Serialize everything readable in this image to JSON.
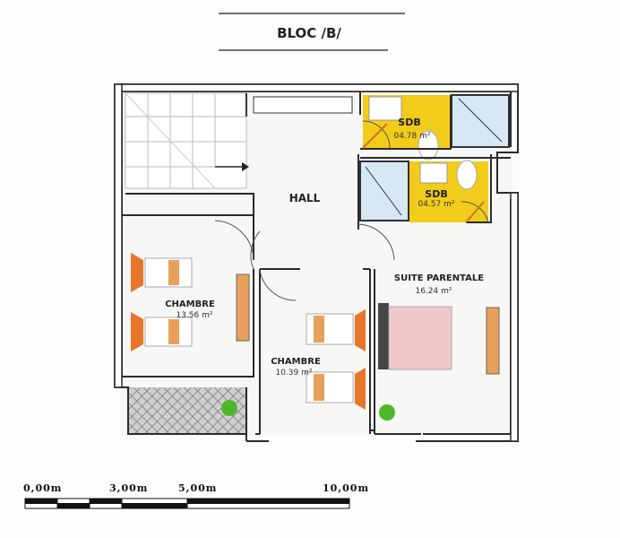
{
  "title": "BLOC /B/",
  "rooms": {
    "hall": {
      "name": "HALL"
    },
    "sdb1": {
      "name": "SDB",
      "area": "04.78 m²"
    },
    "sdb2": {
      "name": "SDB",
      "area": "04.57 m²"
    },
    "chambre1": {
      "name": "CHAMBRE",
      "area": "13.56 m²"
    },
    "chambre2": {
      "name": "CHAMBRE",
      "area": "10.39 m²"
    },
    "suite": {
      "name": "SUITE PARENTALE",
      "area": "16.24 m²"
    }
  },
  "scale_bar": {
    "labels": [
      "0,00m",
      "3,00m",
      "5,00m",
      "10,00m"
    ]
  },
  "colors": {
    "bathroom": "#f2cc1a",
    "wall": "#2b2b2b",
    "glass": "#d6e8f3",
    "bed": "#f0c8cc",
    "desk": "#e8762a"
  }
}
